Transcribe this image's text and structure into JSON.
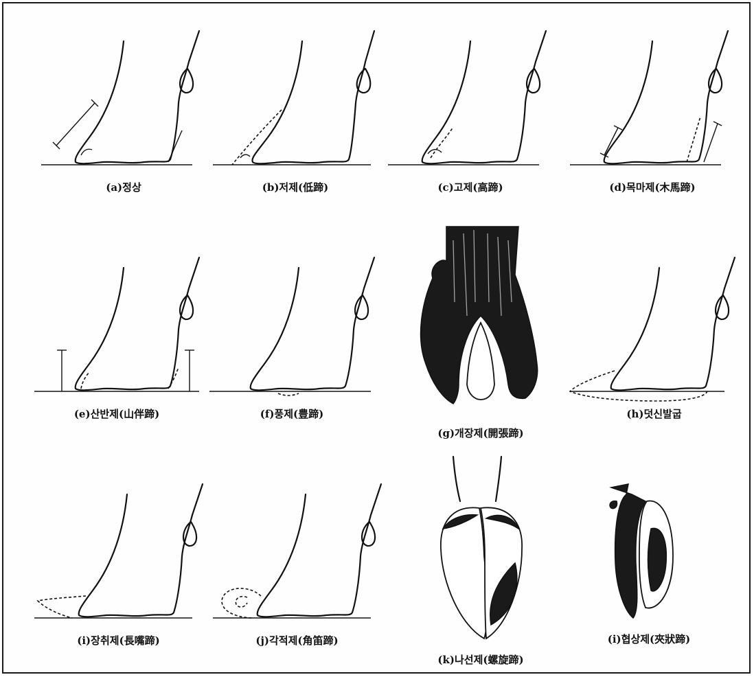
{
  "figure": {
    "panels": [
      {
        "id": "a",
        "caption": "(a)정상"
      },
      {
        "id": "b",
        "caption": "(b)저제(低蹄)"
      },
      {
        "id": "c",
        "caption": "(c)고제(高蹄)"
      },
      {
        "id": "d",
        "caption": "(d)목마제(木馬蹄)"
      },
      {
        "id": "e",
        "caption": "(e)산반제(山伴蹄)"
      },
      {
        "id": "f",
        "caption": "(f)풍제(豊蹄)"
      },
      {
        "id": "g",
        "caption": "(g)개장제(開張蹄)"
      },
      {
        "id": "h",
        "caption": "(h)덧신발굽"
      },
      {
        "id": "i",
        "caption": "(i)장취제(長嘴蹄)"
      },
      {
        "id": "j",
        "caption": "(j)각적제(角笛蹄)"
      },
      {
        "id": "k",
        "caption": "(k)나선제(螺旋蹄)"
      },
      {
        "id": "l",
        "caption": "(i)협상제(夾狀蹄)"
      }
    ]
  }
}
